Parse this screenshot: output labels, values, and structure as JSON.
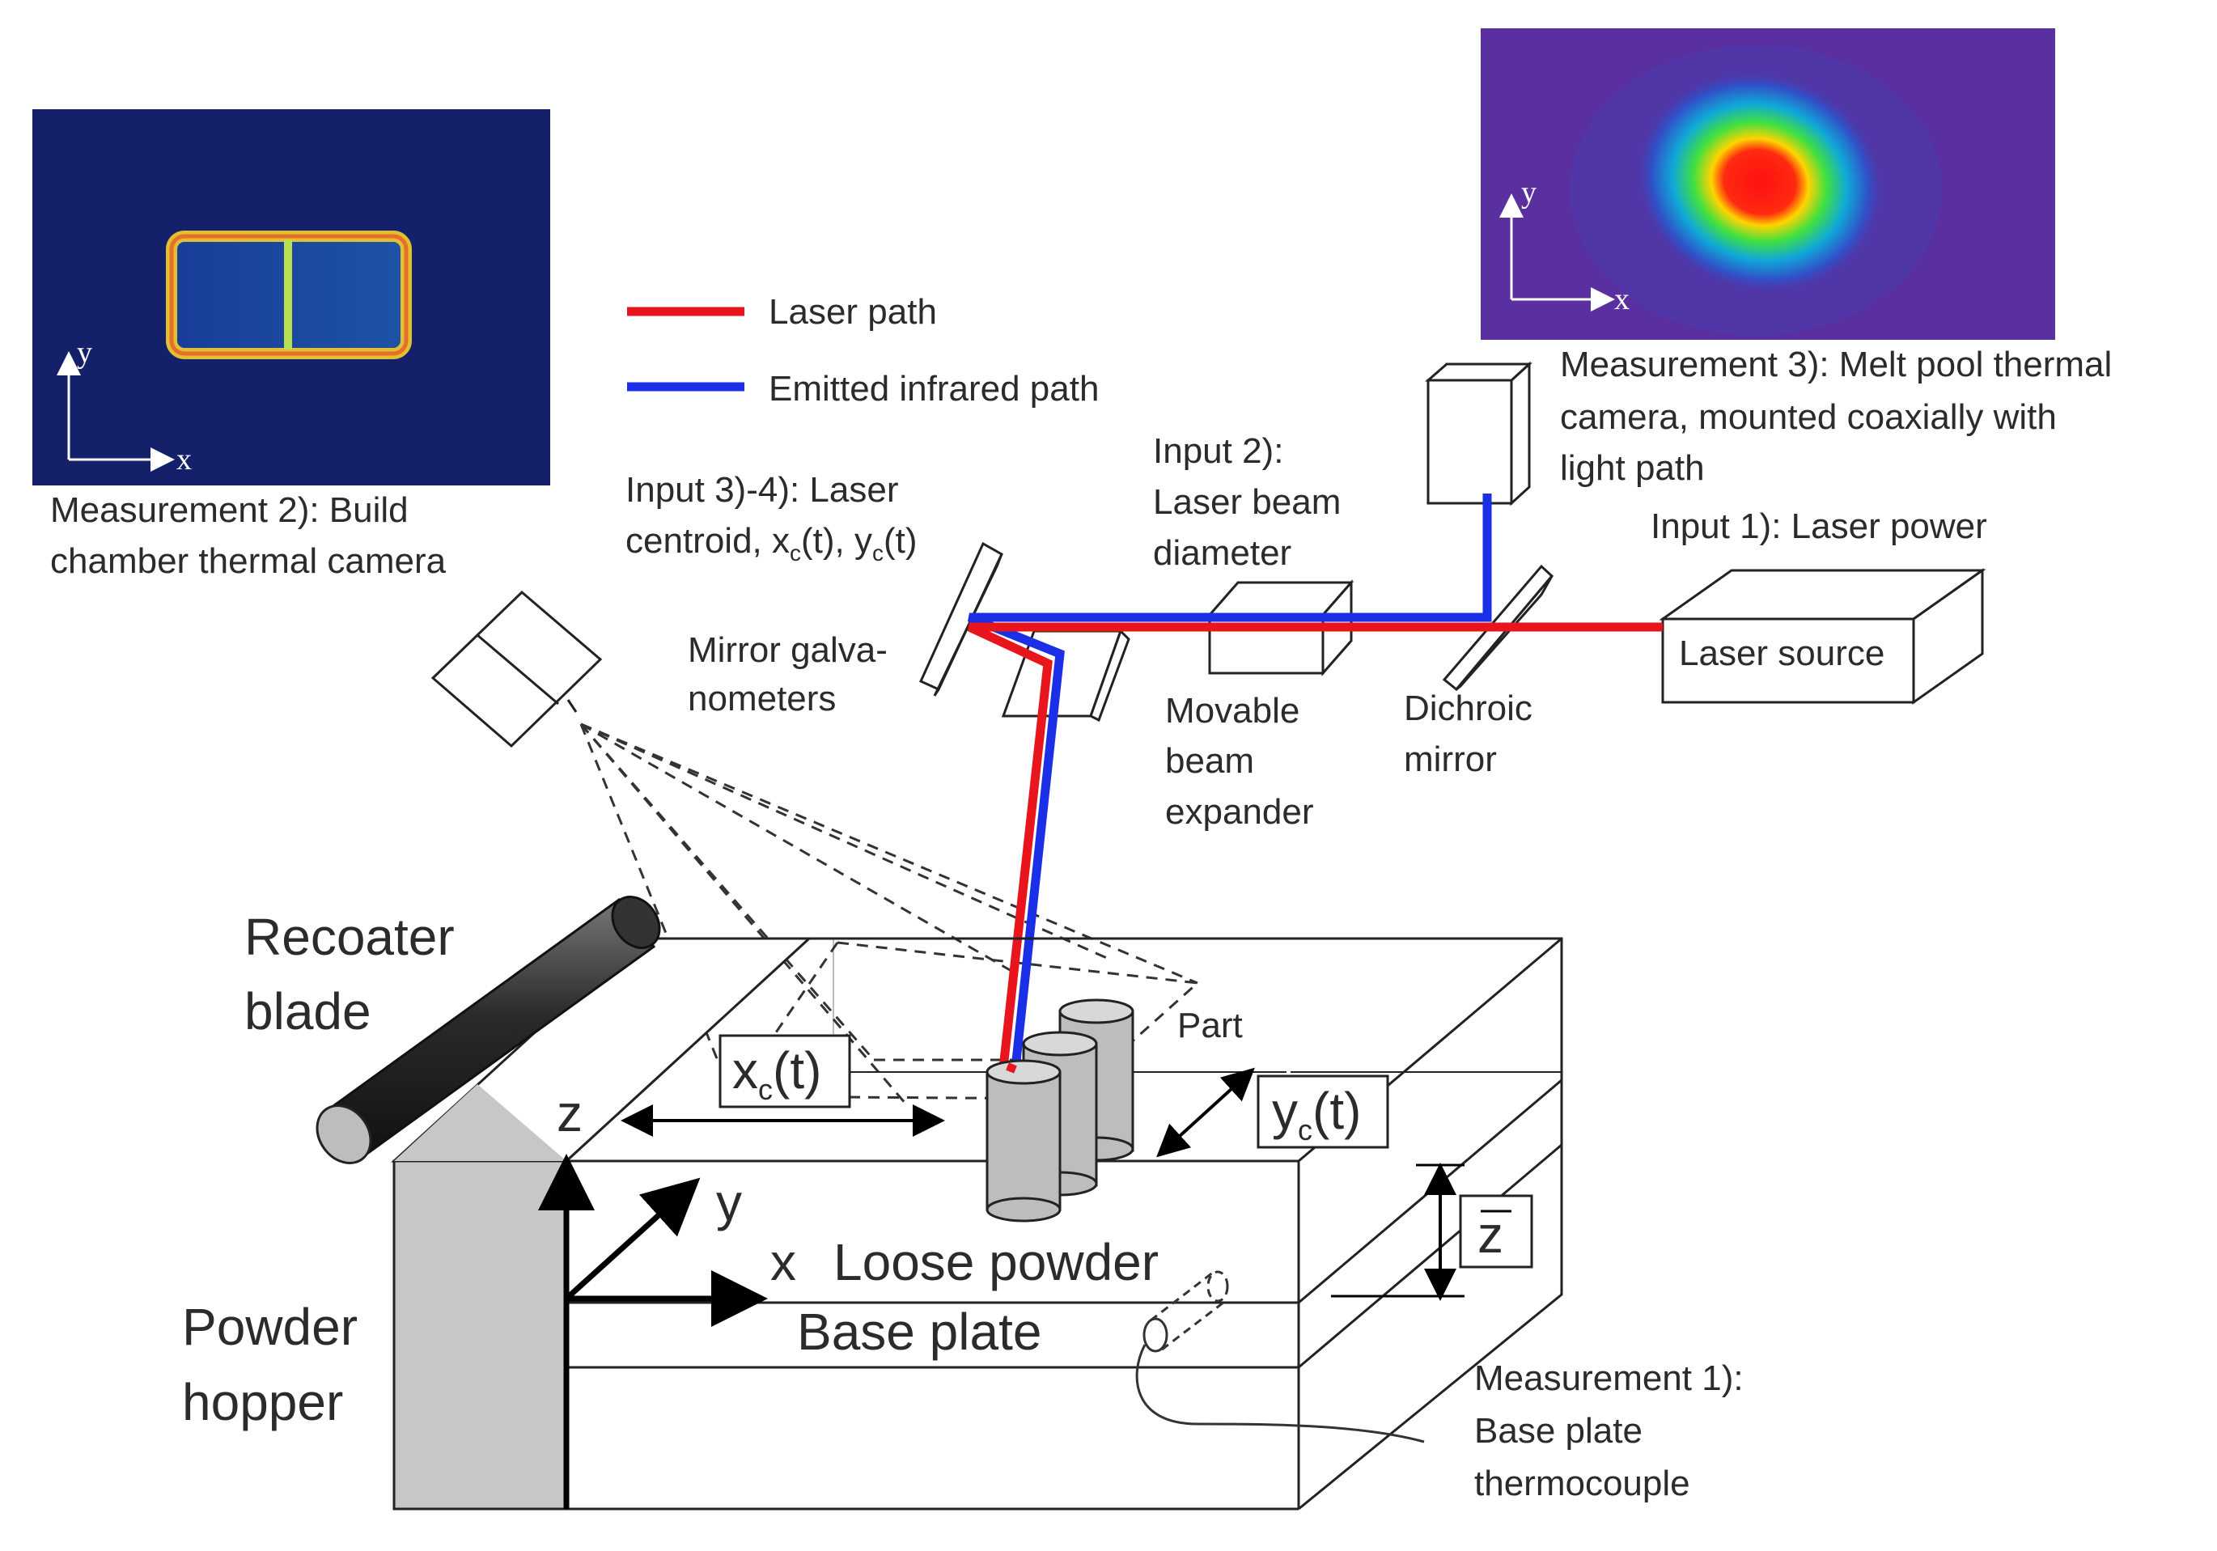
{
  "legend": {
    "laser_path": "Laser path",
    "infrared_path": "Emitted infrared path",
    "laser_color": "#e8161c",
    "infrared_color": "#1a2fe6"
  },
  "measurements": {
    "m1_line1": "Measurement 1):",
    "m1_line2": "Base plate",
    "m1_line3": "thermocouple",
    "m2_line1": "Measurement 2): Build",
    "m2_line2": "chamber thermal camera",
    "m3_line1": "Measurement 3): Melt pool thermal",
    "m3_line2": "camera, mounted coaxially with",
    "m3_line3": "light path"
  },
  "inputs": {
    "in1": "Input 1): Laser power",
    "in2_line1": "Input 2):",
    "in2_line2": "Laser beam",
    "in2_line3": "diameter",
    "in34_line1": "Input 3)-4): Laser",
    "in34_line2_a": "centroid, x",
    "in34_sub_c1": "c",
    "in34_line2_b": "(t), y",
    "in34_sub_c2": "c",
    "in34_line2_c": "(t)"
  },
  "components": {
    "laser_source": "Laser source",
    "dichroic_1": "Dichroic",
    "dichroic_2": "mirror",
    "expander_1": "Movable",
    "expander_2": "beam",
    "expander_3": "expander",
    "galvo_1": "Mirror galva-",
    "galvo_2": "nometers",
    "recoater_1": "Recoater",
    "recoater_2": "blade",
    "hopper_1": "Powder",
    "hopper_2": "hopper",
    "part": "Part",
    "loose_powder": "Loose powder",
    "base_plate": "Base plate"
  },
  "axes": {
    "x": "x",
    "y": "y",
    "z": "z",
    "xc_base": "x",
    "xc_sub": "c",
    "xc_tail": "(t)",
    "yc_base": "y",
    "yc_sub": "c",
    "yc_tail": "(t)",
    "zbar": "z",
    "thermal_x": "x",
    "thermal_y": "y",
    "meltpool_x": "x",
    "meltpool_y": "y"
  },
  "colors": {
    "thermal_bg": "#14206a",
    "meltpool_bg": "#5a30a0",
    "hopper_fill": "#c7c7c7",
    "part_fill": "#bdbdbd",
    "roller_fill": "#3a3a3a"
  }
}
